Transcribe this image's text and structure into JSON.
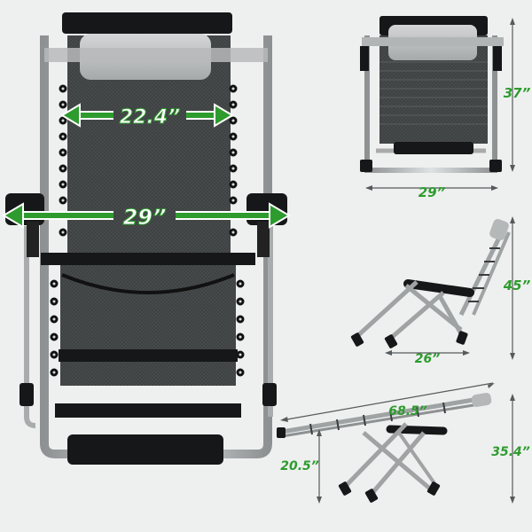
{
  "colors": {
    "background": "#eef0ef",
    "accent_green": "#2e9b2e",
    "frame_silver": "#b9bcbd",
    "mesh": "#3e4142",
    "black": "#161718",
    "annotation_gray": "#555a5c"
  },
  "dimensions": {
    "main_seat_width": "22.4”",
    "main_arm_width": "29”",
    "folded_height": "37”",
    "folded_width": "29”",
    "upright_height": "45”",
    "upright_depth": "26”",
    "recline_length": "68.5”",
    "recline_height": "35.4”",
    "recline_seat_height": "20.5”"
  }
}
